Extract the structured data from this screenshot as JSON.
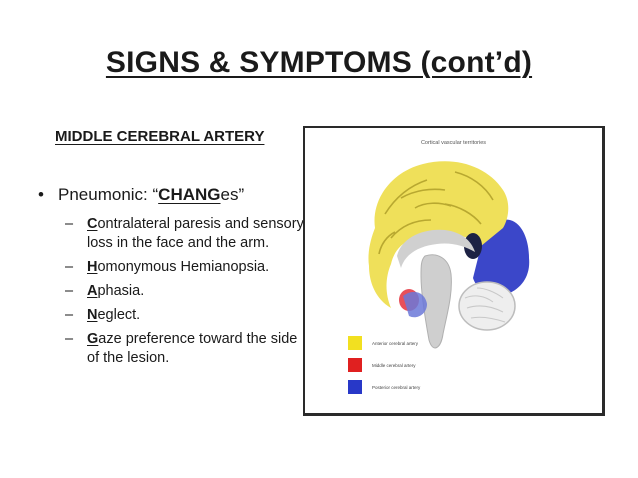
{
  "slide": {
    "title": "SIGNS & SYMPTOMS (cont’d)",
    "subtitle": "MIDDLE CEREBRAL ARTERY",
    "bullet": {
      "symbol": "•",
      "prefix": "Pneumonic: “",
      "emph": "CHANG",
      "suffix": "es”"
    },
    "items": [
      {
        "first": "C",
        "rest": "ontralateral paresis and sensory loss in the face and the arm."
      },
      {
        "first": "H",
        "rest": "omonymous Hemianopsia."
      },
      {
        "first": "A",
        "rest": "phasia."
      },
      {
        "first": "N",
        "rest": "eglect."
      },
      {
        "first": "G",
        "rest": "aze preference toward the side of the lesion."
      }
    ]
  },
  "figure": {
    "caption": "Cortical vascular territories",
    "legend": [
      {
        "label": "Anterior cerebral artery",
        "color": "#f2e020"
      },
      {
        "label": "Middle cerebral artery",
        "color": "#e02020"
      },
      {
        "label": "Posterior cerebral artery",
        "color": "#2838c8"
      }
    ],
    "colors": {
      "anterior": "#efe05a",
      "middle": "#e8505a",
      "posterior": "#3b47c9",
      "brainstem": "#cfcfcf",
      "cerebellum": "#e8e8e8"
    }
  }
}
